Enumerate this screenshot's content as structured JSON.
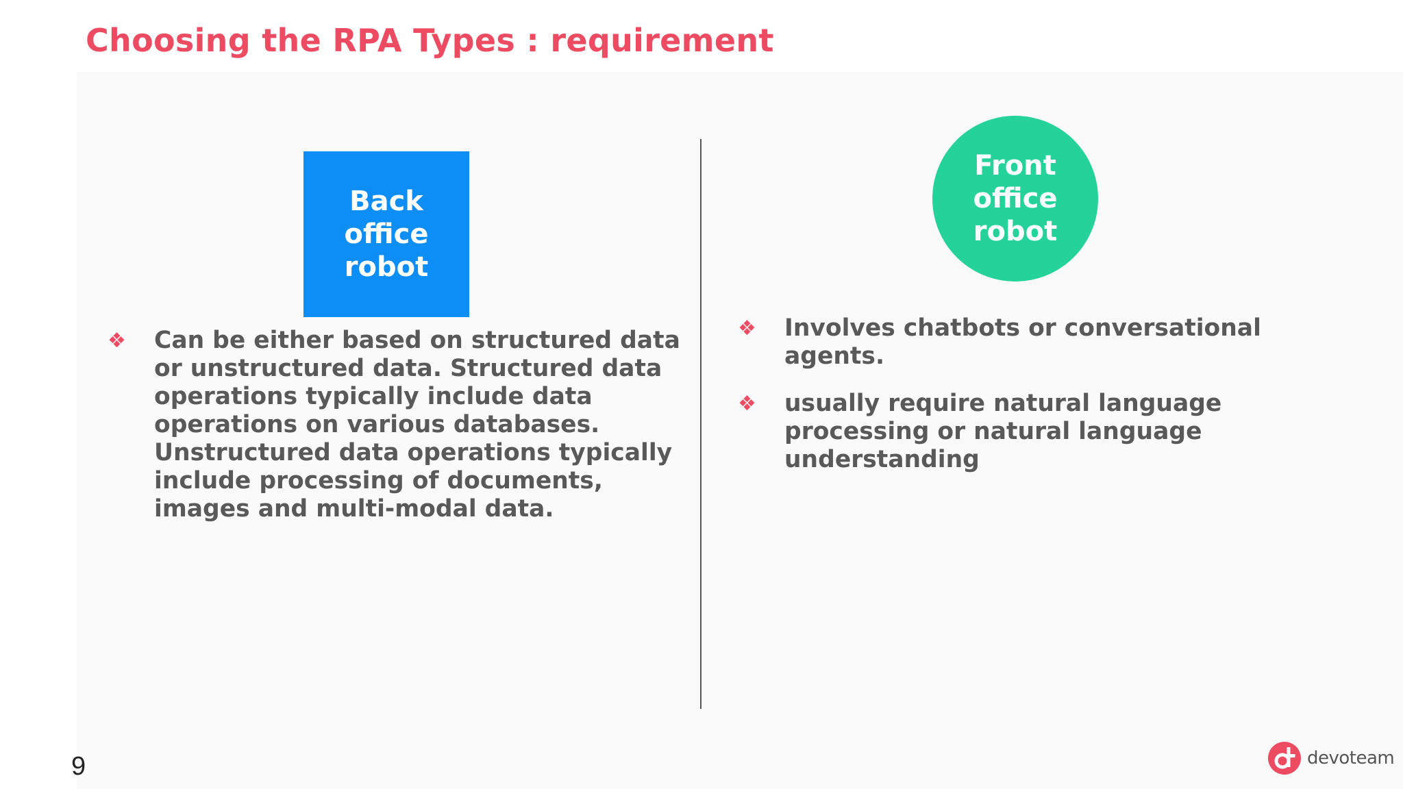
{
  "slide": {
    "title": "Choosing the RPA Types : requirement",
    "page_number": "9"
  },
  "colors": {
    "title": "#ec4b62",
    "back_office_box": "#0d8ef7",
    "front_office_circle": "#25d39a",
    "bullet_icon": "#ec4b62",
    "body_text": "#595959"
  },
  "left_column": {
    "shape_label_lines": [
      "Back",
      "office",
      "robot"
    ],
    "bullets": [
      {
        "icon": "diamond-cluster-icon",
        "lines": [
          "Can be either based on structured data",
          "or unstructured data. Structured data",
          "operations typically include data",
          "operations on various databases.",
          "Unstructured data operations typically",
          "include processing of documents,",
          "images and multi-modal data."
        ]
      }
    ]
  },
  "right_column": {
    "shape_label_lines": [
      "Front",
      "office",
      "robot"
    ],
    "bullets": [
      {
        "icon": "diamond-cluster-icon",
        "lines": [
          "Involves chatbots or conversational",
          "agents."
        ]
      },
      {
        "icon": "diamond-cluster-icon",
        "lines": [
          "usually require natural language",
          "processing or natural language",
          "understanding"
        ]
      }
    ]
  },
  "logo": {
    "text": "devoteam",
    "icon": "devoteam-logo-icon",
    "color": "#ec4b62"
  }
}
